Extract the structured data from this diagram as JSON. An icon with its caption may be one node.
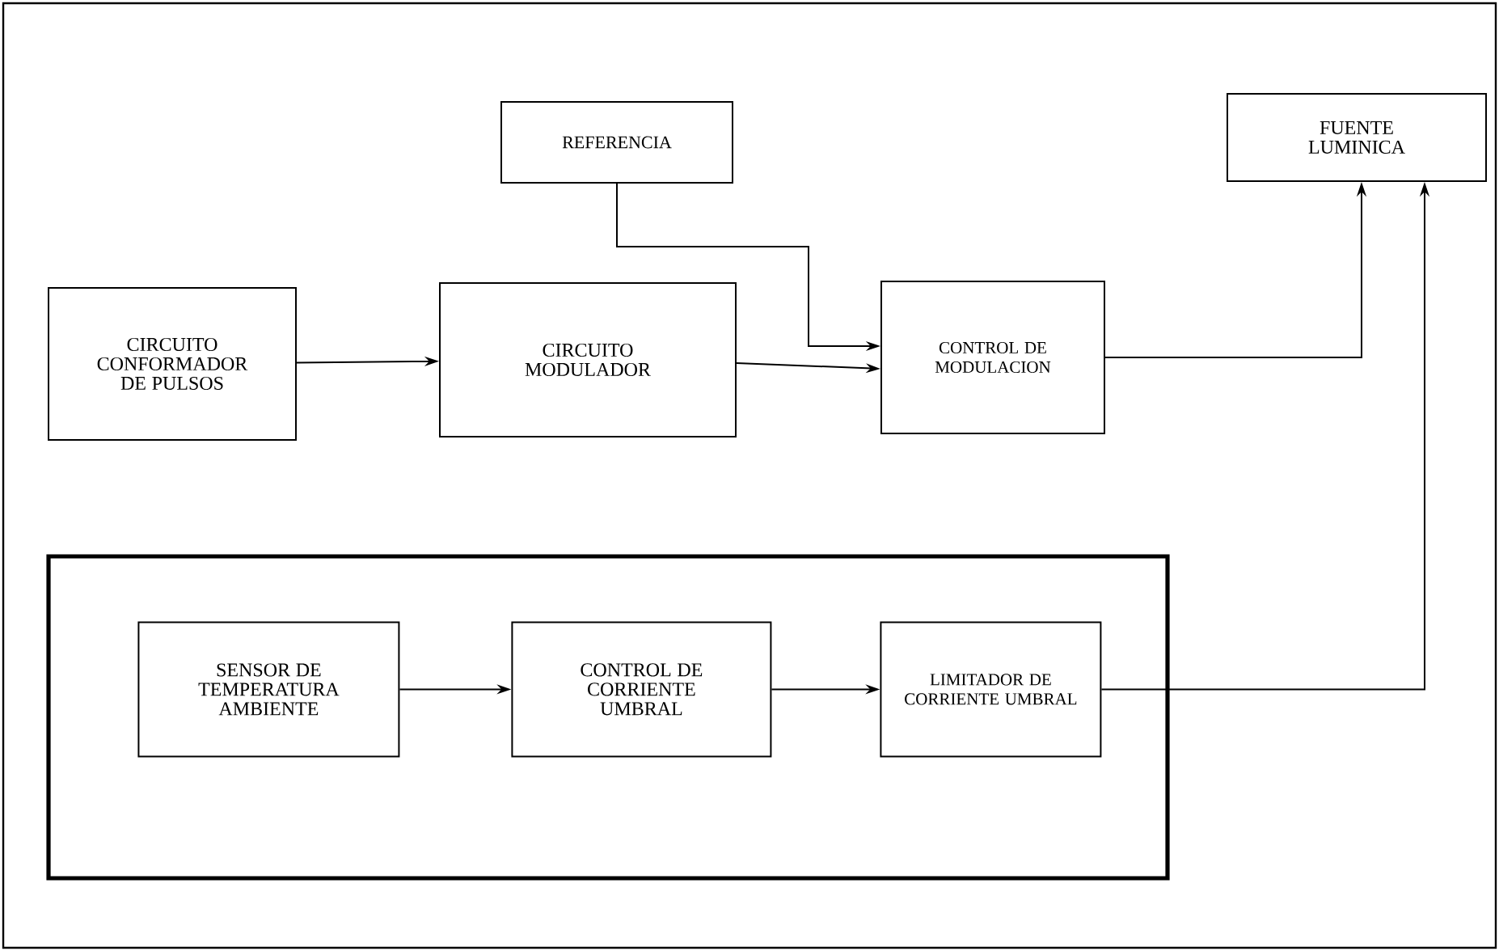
{
  "diagram": {
    "nodes": [
      {
        "text": [
          "REFERENCIA"
        ]
      },
      {
        "text": [
          "FUENTE LUMINICA"
        ]
      },
      {
        "text": [
          "CIRCUITO CONFORMADOR DE PULSOS"
        ]
      },
      {
        "text": [
          "CIRCUITO MODULADOR"
        ]
      },
      {
        "text": [
          "CONTROL DE MODULACION"
        ]
      },
      {
        "text": [],
        "shape": "box"
      },
      {
        "text": [
          "SENSOR DE TEMPERATURA AMBIENTE"
        ],
        "in": 5
      },
      {
        "text": [
          "CONTROL DE CORRIENTE UMBRAL"
        ],
        "in": 5
      },
      {
        "text": [
          "LIMITADOR DE CORRIENTE UMBRAL"
        ],
        "in": 5
      }
    ],
    "edges": [
      {
        "from": 2,
        "to": 3,
        "arrow": "to"
      },
      {
        "from": 3,
        "to": 4,
        "arrow": "to"
      },
      {
        "from": 0,
        "to": 4,
        "arrow": "to"
      },
      {
        "from": 4,
        "to": 1,
        "arrow": "to"
      },
      {
        "from": 6,
        "to": 7,
        "arrow": "to"
      },
      {
        "from": 7,
        "to": 8,
        "arrow": "to"
      },
      {
        "from": 8,
        "to": 1,
        "arrow": "to"
      }
    ]
  }
}
